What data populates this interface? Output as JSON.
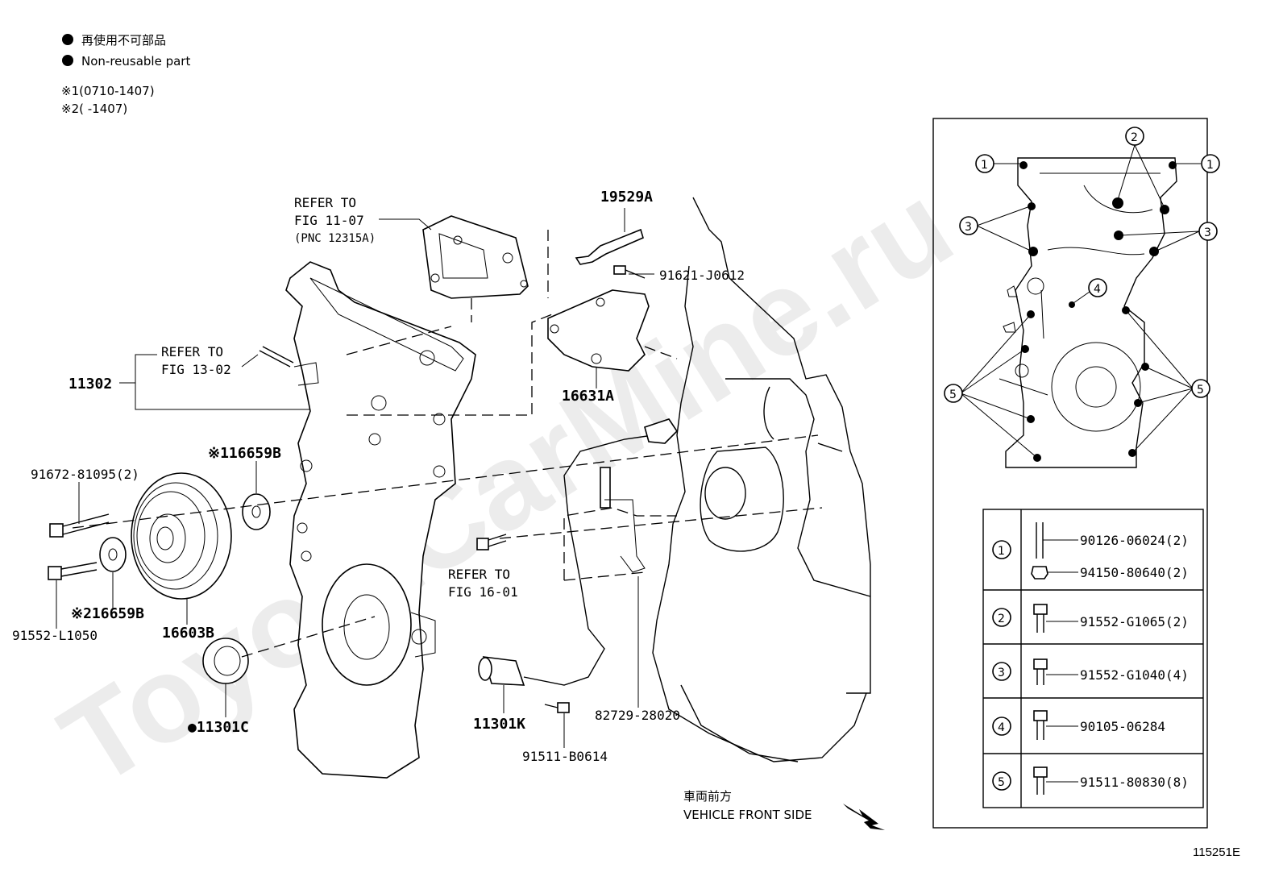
{
  "legend": {
    "items": [
      {
        "text_jp": "再使用不可部品",
        "text_en": "Non-reusable part"
      }
    ],
    "notes": [
      "※1(0710-1407)",
      "※2(      -1407)"
    ]
  },
  "callouts": {
    "refer_fig_11_07": [
      "REFER TO",
      "FIG 11-07",
      "(PNC 12315A)"
    ],
    "refer_fig_13_02": [
      "REFER TO",
      "FIG 13-02"
    ],
    "refer_fig_16_01": [
      "REFER TO",
      "FIG 16-01"
    ]
  },
  "parts": {
    "p19529A": "19529A",
    "p91621": "91621-J0612",
    "p11302": "11302",
    "p16631A": "16631A",
    "p16659B_1": "※116659B",
    "p91672": "91672-81095(2)",
    "p91552L": "91552-L1050",
    "p16659B_2": "※216659B",
    "p16603B": "16603B",
    "p11301C": "●11301C",
    "p11301K": "11301K",
    "p91511B": "91511-B0614",
    "p82729": "82729-28020"
  },
  "direction": {
    "jp": "車両前方",
    "en": "VEHICLE FRONT SIDE"
  },
  "figure_id": "115251E",
  "watermark": "ToyotaCarMine.ru",
  "inset_markers": [
    "1",
    "2",
    "3",
    "4",
    "5"
  ],
  "bolt_table": [
    {
      "key": "1",
      "parts": [
        "90126-06024(2)",
        "94150-80640(2)"
      ]
    },
    {
      "key": "2",
      "parts": [
        "91552-G1065(2)"
      ]
    },
    {
      "key": "3",
      "parts": [
        "91552-G1040(4)"
      ]
    },
    {
      "key": "4",
      "parts": [
        "90105-06284"
      ]
    },
    {
      "key": "5",
      "parts": [
        "91511-80830(8)"
      ]
    }
  ]
}
